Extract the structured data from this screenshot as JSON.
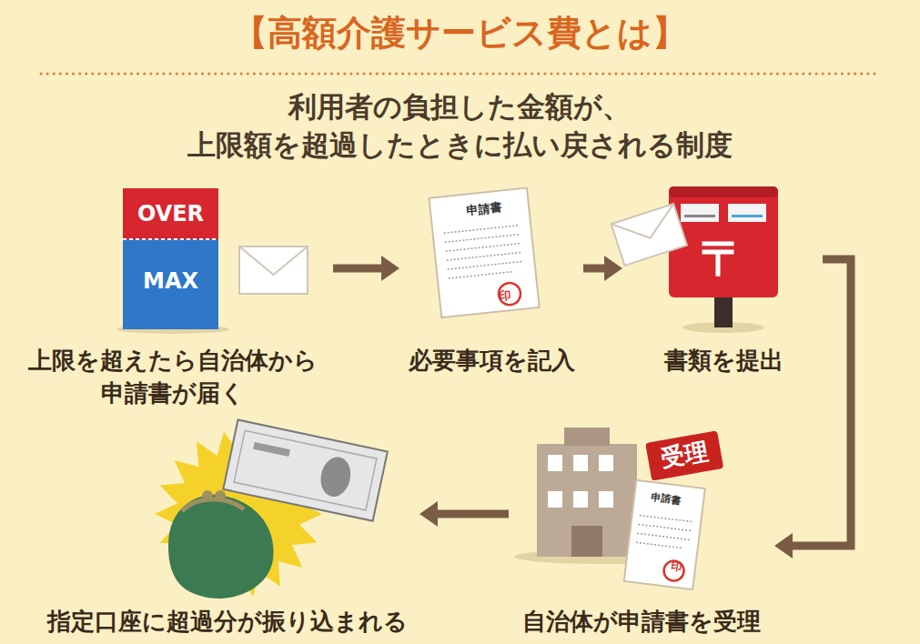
{
  "diagram": {
    "title": "【高額介護サービス費とは】",
    "nodes": [
      {
        "text": [
          "上限を超えたら自治体から 申請書が届く"
        ]
      },
      {
        "text": [
          "必要事項を記入"
        ]
      },
      {
        "text": [
          "書類を提出"
        ]
      },
      {
        "text": [
          "自治体が申請書を受理"
        ]
      },
      {
        "text": [
          "指定口座に超過分が振り込まれる"
        ]
      }
    ],
    "edges": [
      {
        "from": 0,
        "to": 1,
        "arrow": "to"
      },
      {
        "from": 1,
        "to": 2,
        "arrow": "to"
      },
      {
        "from": 2,
        "to": 3,
        "arrow": "to"
      },
      {
        "from": 3,
        "to": 4,
        "arrow": "to"
      }
    ],
    "labels": [
      "利用者の負担した金額が、 上限額を超過したときに払い戻される制度",
      "OVER",
      "MAX",
      "申請書",
      "印",
      "〒",
      "受理",
      "申請書",
      "印"
    ]
  }
}
